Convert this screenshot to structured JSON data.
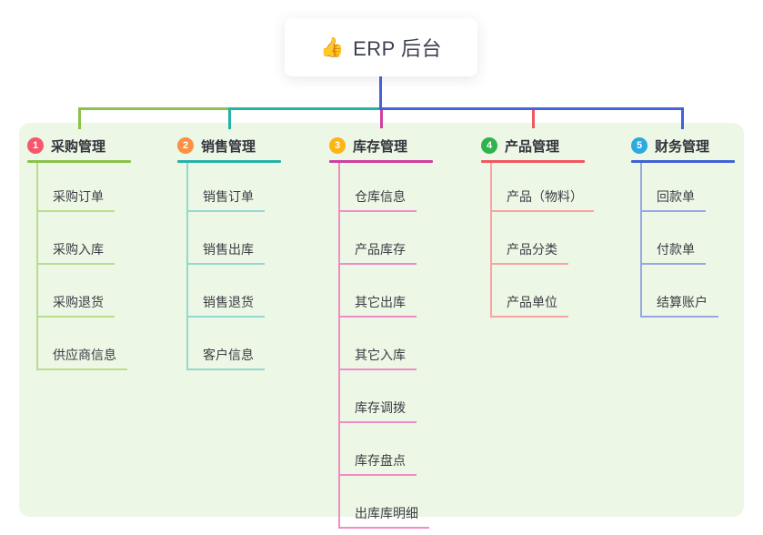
{
  "root": {
    "icon": "👍",
    "label": "ERP 后台"
  },
  "canvas": {
    "background": "#ffffff",
    "panel_background": "#ecf7e5",
    "root_connector_color": "#4a62d8"
  },
  "branches": [
    {
      "number": "1",
      "label": "采购管理",
      "badge_color": "#f7566d",
      "line_color": "#8bc34a",
      "child_line_color": "#b9dc8e",
      "children": [
        "采购订单",
        "采购入库",
        "采购退货",
        "供应商信息"
      ]
    },
    {
      "number": "2",
      "label": "销售管理",
      "badge_color": "#fd9044",
      "line_color": "#26b3a7",
      "child_line_color": "#93d9d1",
      "children": [
        "销售订单",
        "销售出库",
        "销售退货",
        "客户信息"
      ]
    },
    {
      "number": "3",
      "label": "库存管理",
      "badge_color": "#fcb515",
      "line_color": "#cd3fa0",
      "child_line_color": "#f08cc7",
      "children": [
        "仓库信息",
        "产品库存",
        "其它出库",
        "其它入库",
        "库存调拨",
        "库存盘点",
        "出库库明细"
      ]
    },
    {
      "number": "4",
      "label": "产品管理",
      "badge_color": "#2fb34c",
      "line_color": "#f2565e",
      "child_line_color": "#f9a3a5",
      "children": [
        "产品（物料）",
        "产品分类",
        "产品单位"
      ]
    },
    {
      "number": "5",
      "label": "财务管理",
      "badge_color": "#2ba9e0",
      "line_color": "#3f62d4",
      "child_line_color": "#97a7e4",
      "children": [
        "回款单",
        "付款单",
        "结算账户"
      ]
    }
  ]
}
